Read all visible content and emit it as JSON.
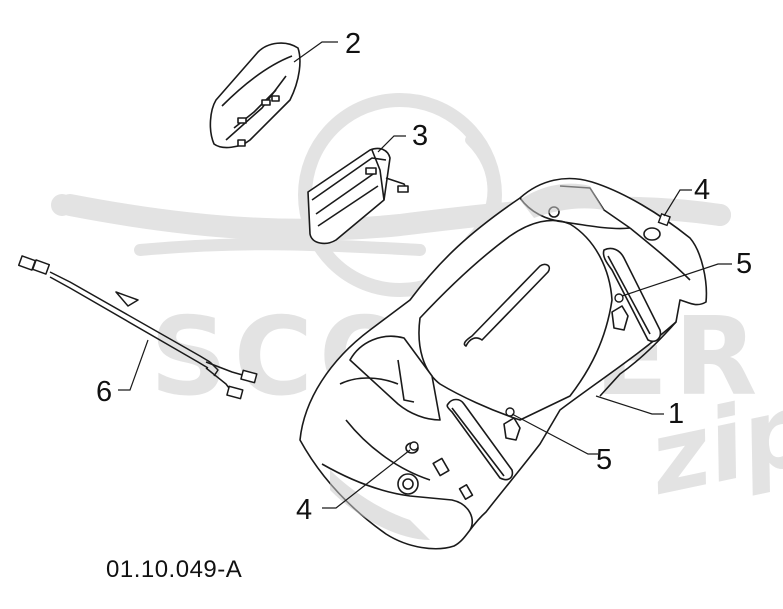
{
  "watermark": {
    "brand": "SCOOTER",
    "suffix": "zip",
    "color": "#e3e3e3"
  },
  "callouts": {
    "c1": "1",
    "c2": "2",
    "c3": "3",
    "c4_top": "4",
    "c4_bottom": "4",
    "c5_top": "5",
    "c5_bottom": "5",
    "c6": "6"
  },
  "drawing_code": "01.10.049-A",
  "line_color": "#1a1a1a",
  "shade_color": "#c8c8c8"
}
